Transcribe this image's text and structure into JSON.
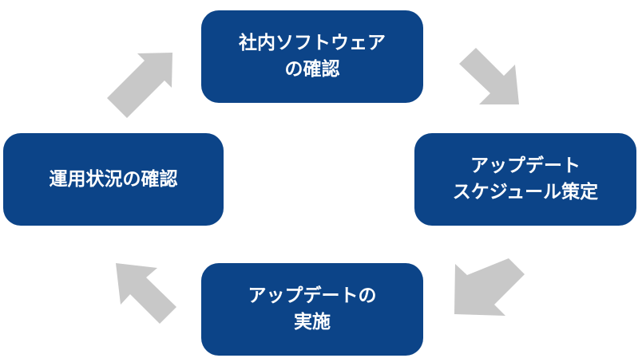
{
  "nodes": {
    "top": {
      "lines": [
        "社内ソフトウェア",
        "の確認"
      ]
    },
    "right": {
      "lines": [
        "アップデート",
        "スケジュール策定"
      ]
    },
    "bottom": {
      "lines": [
        "アップデートの",
        "実施"
      ]
    },
    "left": {
      "lines": [
        "運用状況の確認"
      ]
    }
  },
  "colors": {
    "box_fill": "#0c4488",
    "box_text": "#ffffff",
    "arrow": "#c8c8c8"
  }
}
